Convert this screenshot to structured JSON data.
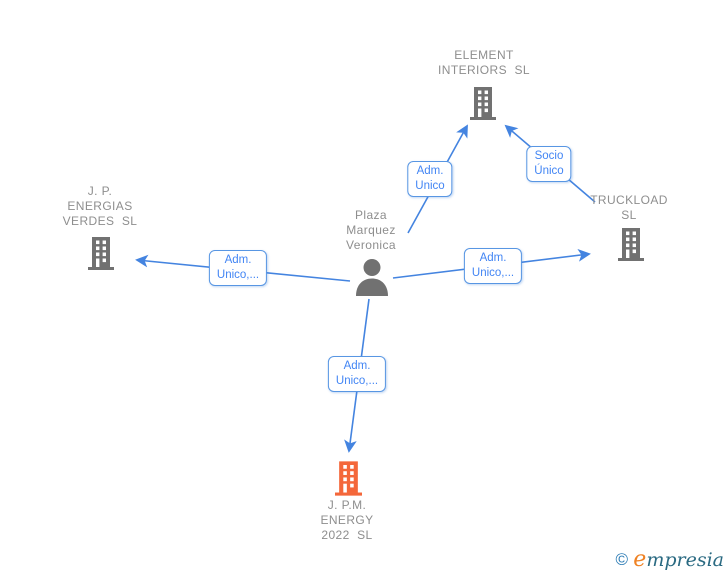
{
  "diagram": {
    "type": "corporate-ownership-graph",
    "colors": {
      "edge_blue": "#4484e0",
      "label_text_blue": "#4285f4",
      "label_border_blue": "#5896e3",
      "node_text_gray": "#8e8e8e",
      "building_gray": "#717171",
      "person_gray": "#717171",
      "highlight_orange": "#f4673a"
    },
    "nodes": {
      "element_interiors": {
        "name": "ELEMENT INTERIORS SL",
        "lines": [
          "ELEMENT",
          "INTERIORS  SL"
        ],
        "kind": "company"
      },
      "jp_energias": {
        "name": "J. P. ENERGIAS VERDES SL",
        "lines": [
          "J. P.",
          "ENERGIAS",
          "VERDES  SL"
        ],
        "kind": "company"
      },
      "truckload": {
        "name": "TRUCKLOAD SL",
        "lines": [
          "TRUCKLOAD",
          "SL"
        ],
        "kind": "company"
      },
      "person": {
        "name": "Plaza Marquez Veronica",
        "lines": [
          "Plaza",
          "Marquez",
          "Veronica"
        ],
        "kind": "person"
      },
      "jpm_energy": {
        "name": "J. P.M. ENERGY 2022 SL",
        "lines": [
          "J. P.M.",
          "ENERGY",
          "2022  SL"
        ],
        "kind": "company-highlighted"
      }
    },
    "edges": [
      {
        "from": "Plaza Marquez Veronica",
        "to": "ELEMENT INTERIORS SL",
        "label": "Adm. Unico",
        "label_lines": [
          "Adm.",
          "Unico"
        ]
      },
      {
        "from": "TRUCKLOAD SL",
        "to": "ELEMENT INTERIORS SL",
        "label": "Socio Único",
        "label_lines": [
          "Socio",
          "Único"
        ]
      },
      {
        "from": "Plaza Marquez Veronica",
        "to": "J. P. ENERGIAS VERDES SL",
        "label": "Adm. Unico,...",
        "label_lines": [
          "Adm.",
          "Unico,..."
        ]
      },
      {
        "from": "Plaza Marquez Veronica",
        "to": "TRUCKLOAD SL",
        "label": "Adm. Unico,...",
        "label_lines": [
          "Adm.",
          "Unico,..."
        ]
      },
      {
        "from": "Plaza Marquez Veronica",
        "to": "J. P.M. ENERGY 2022 SL",
        "label": "Adm. Unico,...",
        "label_lines": [
          "Adm.",
          "Unico,..."
        ]
      }
    ],
    "watermark": {
      "copyright": "©",
      "brand_initial": "e",
      "brand_rest": "mpresia"
    }
  }
}
